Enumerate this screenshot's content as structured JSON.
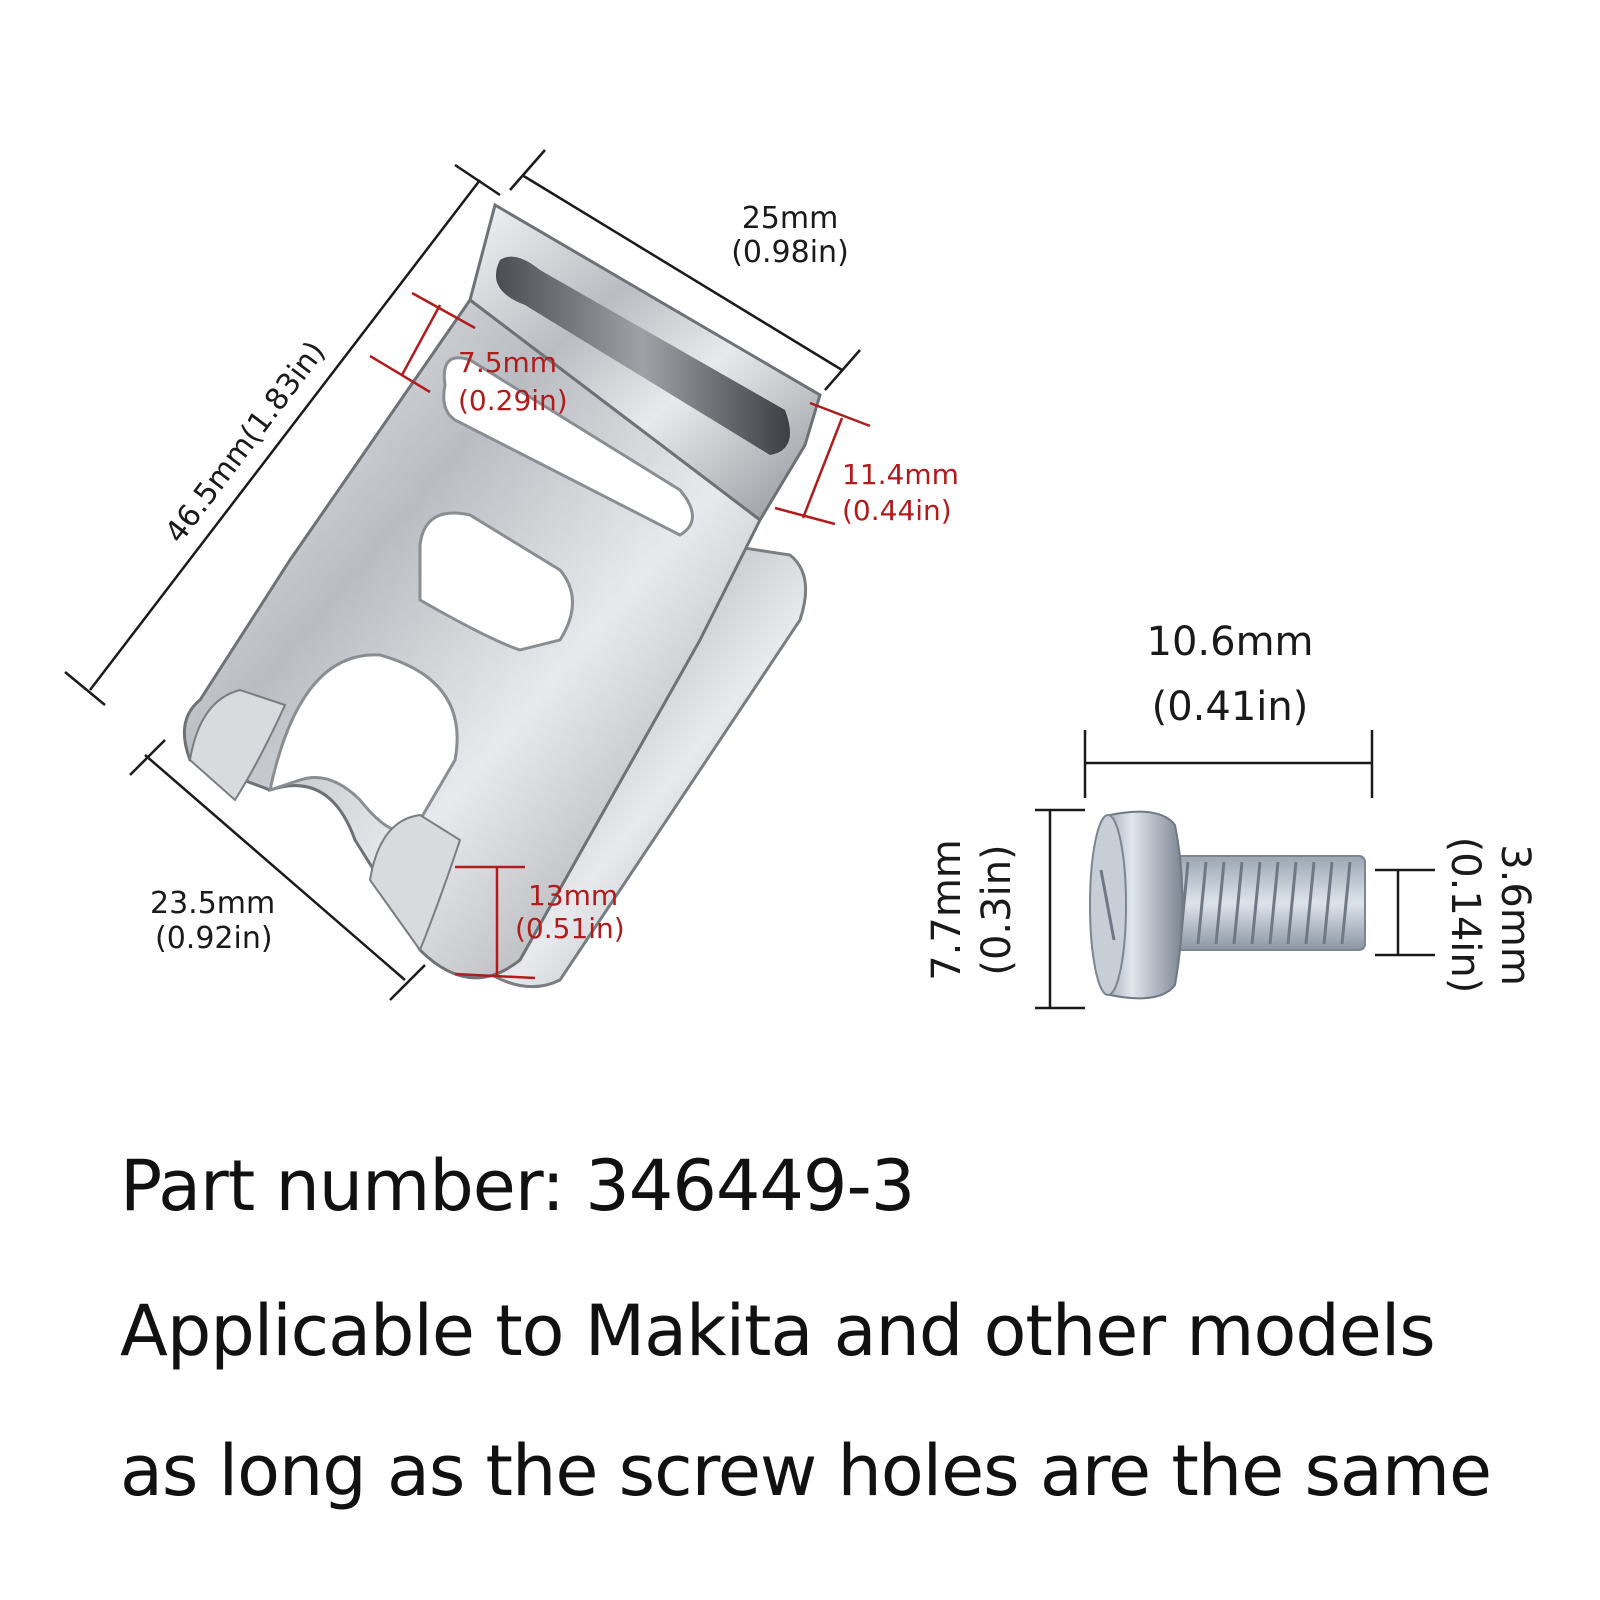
{
  "clip_dimensions": {
    "length": {
      "mm": "46.5mm(1.83in)"
    },
    "top_width": {
      "mm": "25mm",
      "in": "(0.98in)"
    },
    "slot_width": {
      "mm": "7.5mm",
      "in": "(0.29in)"
    },
    "side_height": {
      "mm": "11.4mm",
      "in": "(0.44in)"
    },
    "bottom_width": {
      "mm": "23.5mm",
      "in": "(0.92in)"
    },
    "foot_height": {
      "mm": "13mm",
      "in": "(0.51in)"
    }
  },
  "screw_dimensions": {
    "length": {
      "mm": "10.6mm",
      "in": "(0.41in)"
    },
    "head_diameter": {
      "mm": "7.7mm",
      "in": "(0.3in)"
    },
    "thread_diameter": {
      "mm": "3.6mm",
      "in": "(0.14in)"
    }
  },
  "captions": {
    "part_number": "Part number: 346449-3",
    "line2": "Applicable to Makita and other models",
    "line3": "as long as the screw holes are the same"
  },
  "colors": {
    "dimension_red": "#b01c1c",
    "dimension_black": "#1a1a1a",
    "metal": "#c9ccd0"
  }
}
